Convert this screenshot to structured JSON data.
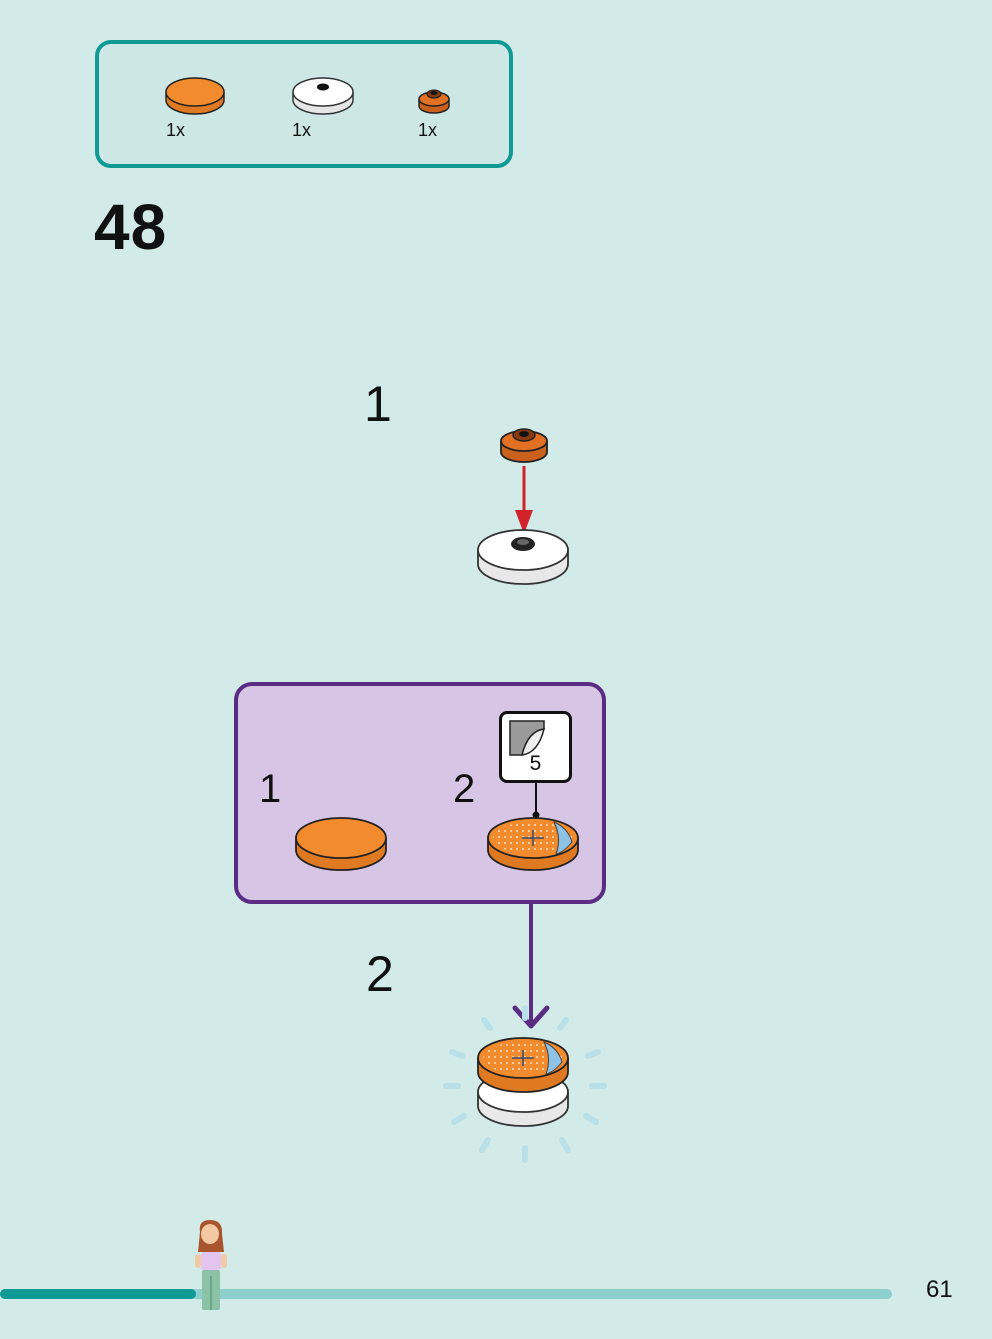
{
  "parts_list": {
    "items": [
      {
        "name": "orange-round-tile",
        "quantity": "1x"
      },
      {
        "name": "white-round-tile-with-stud",
        "quantity": "1x"
      },
      {
        "name": "dark-orange-round-plate",
        "quantity": "1x"
      }
    ]
  },
  "step": {
    "number": "48"
  },
  "substeps": [
    {
      "number": "1"
    },
    {
      "number": "2"
    }
  ],
  "sub_assembly": {
    "steps": [
      {
        "number": "1"
      },
      {
        "number": "2"
      }
    ],
    "sticker_number": "5"
  },
  "colors": {
    "background": "#d3ebe8",
    "parts_border": "#109a96",
    "sub_assembly_fill": "#d7c5e5",
    "sub_assembly_border": "#5a2c83",
    "orange": "#f28a2e",
    "arrow_red": "#d2232a",
    "arrow_purple": "#5a2c83",
    "progress": "#109a96"
  },
  "footer": {
    "page_number": "61",
    "progress_fraction": 0.22
  }
}
